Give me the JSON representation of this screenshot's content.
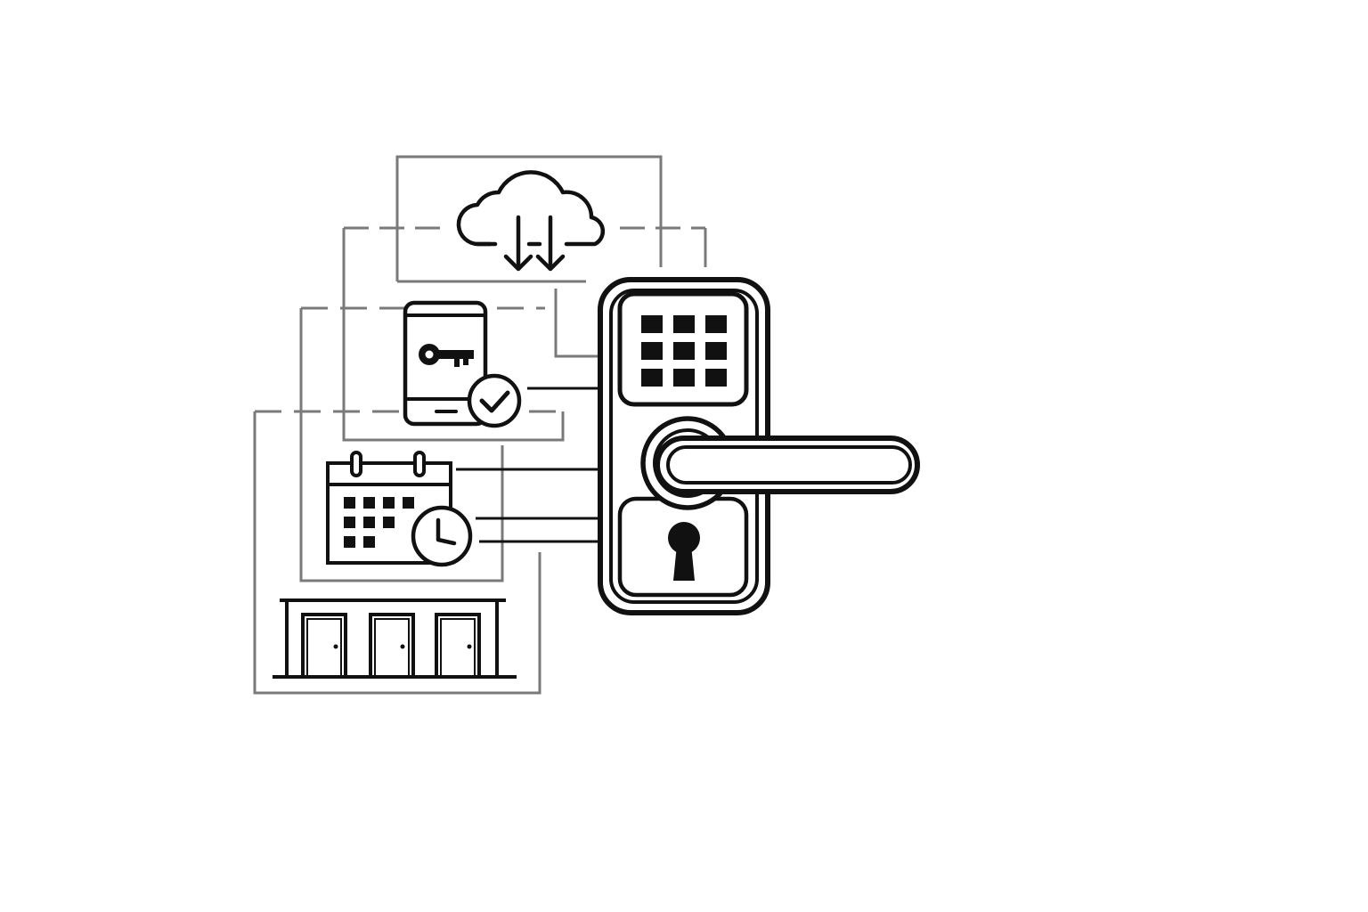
{
  "colors": {
    "background": "#ffffff",
    "ink": "#111111",
    "connector": "#7a7a7a"
  },
  "nodes": [
    {
      "id": "cloud",
      "icon": "cloud-download-icon",
      "interactable": false
    },
    {
      "id": "mobile",
      "icon": "smartphone-key-icon",
      "badge": "check-circle-icon",
      "interactable": false
    },
    {
      "id": "schedule",
      "icon": "calendar-icon",
      "badge": "clock-icon",
      "interactable": false
    },
    {
      "id": "building",
      "icon": "building-doors-icon",
      "interactable": false
    },
    {
      "id": "lock",
      "icon": "smart-lock-icon",
      "parts": [
        "keypad-icon",
        "lever-handle-icon",
        "keyhole-icon"
      ],
      "interactable": false
    }
  ],
  "connections": [
    {
      "from": "cloud",
      "to": "lock"
    },
    {
      "from": "mobile",
      "to": "lock"
    },
    {
      "from": "schedule",
      "to": "lock"
    },
    {
      "from": "building",
      "to": "lock"
    }
  ]
}
